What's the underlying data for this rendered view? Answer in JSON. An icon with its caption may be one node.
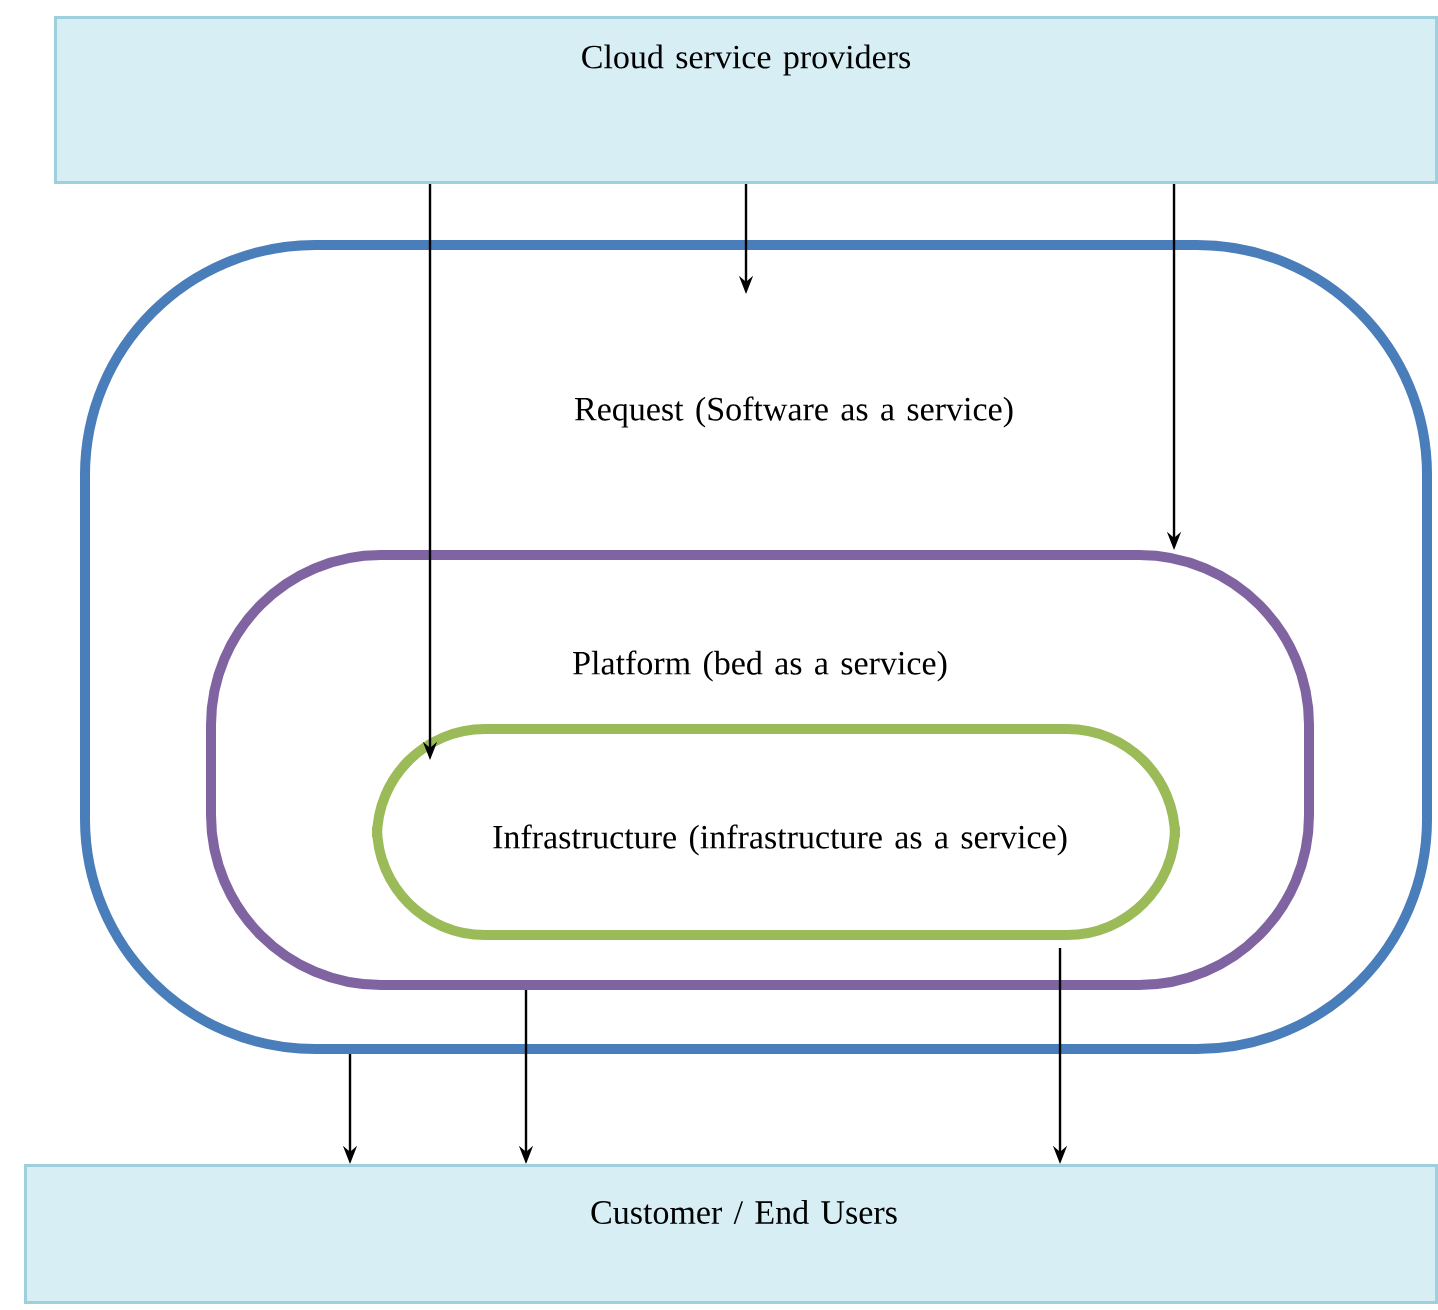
{
  "diagram": {
    "nodes": [
      {
        "text": [
          "Cloud service providers"
        ]
      },
      {
        "text": [
          "Request (Software as a service)"
        ]
      },
      {
        "text": [
          "Platform (bed as a service)"
        ],
        "in": 1
      },
      {
        "text": [
          "Infrastructure (infrastructure as a service)"
        ],
        "in": 2
      },
      {
        "text": [
          "Customer / End Users"
        ]
      }
    ],
    "edges": [
      {
        "from": 0,
        "to": 1,
        "arrow": "to"
      },
      {
        "from": 0,
        "to": 3,
        "arrow": "to"
      },
      {
        "from": 0,
        "to": 2,
        "arrow": "to"
      },
      {
        "from": 1,
        "to": 4,
        "arrow": "to"
      },
      {
        "from": 2,
        "to": 4,
        "arrow": "to"
      },
      {
        "from": 3,
        "to": 4,
        "arrow": "to"
      }
    ]
  }
}
